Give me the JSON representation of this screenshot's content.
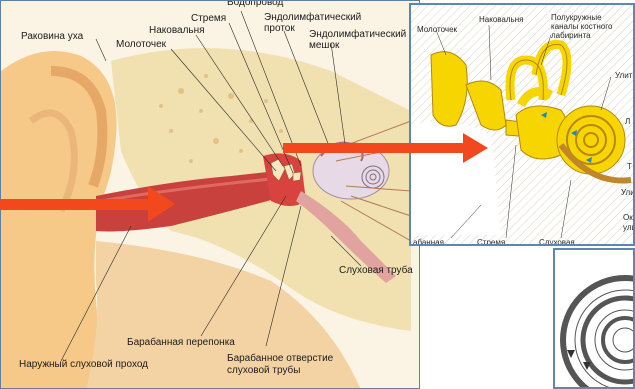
{
  "main_labels": {
    "auricle": "Раковина уха",
    "malleus": "Молоточек",
    "incus": "Наковальня",
    "stapes": "Стремя",
    "aqueduct": "Водопровод",
    "endolymphatic_duct_1": "Эндолимфатический",
    "endolymphatic_duct_2": "проток",
    "endolymphatic_sac_1": "Эндолимфатический",
    "endolymphatic_sac_2": "мешок",
    "auditory_tube": "Слуховая труба",
    "tympanic_membrane": "Барабанная перепонка",
    "tympanic_opening_1": "Барабанное отверстие",
    "tympanic_opening_2": "слуховой трубы",
    "external_canal": "Наружный слуховой проход"
  },
  "inset_labels": {
    "malleus": "Молоточек",
    "incus": "Наковальня",
    "canals_1": "Полукружные",
    "canals_2": "каналы костного",
    "canals_3": "лабиринта",
    "cochlea_partial": "Улитк",
    "tympanic_partial": "абанная",
    "stapes": "Стремя",
    "auditory": "Слуховая",
    "right_1": "Л",
    "right_2": "Т",
    "right_3": "Ули",
    "right_4": "Ок",
    "right_5": "ули"
  },
  "colors": {
    "arrow": "#f2481d",
    "frame": "#5a86b8",
    "skin": "#f6c989",
    "bone": "#f1e0b0",
    "canal": "#c8413c",
    "labyrinth": "#f6d500"
  }
}
